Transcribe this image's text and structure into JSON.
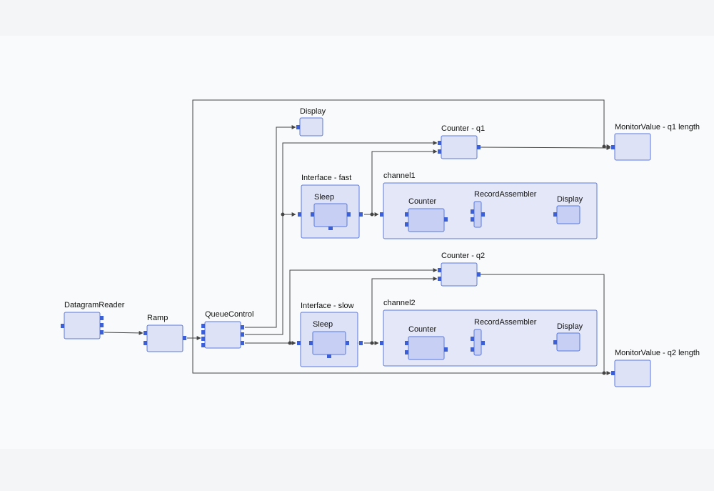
{
  "colors": {
    "background": "#f4f5f7",
    "canvas": "#f9fafb",
    "actor_fill": "#dde2f7",
    "actor_stroke": "#5a78e0",
    "composite_fill": "#e3e7f8",
    "inner_fill": "#c7d0f4",
    "port": "#3d5fd6",
    "wire": "#444444"
  },
  "labels": {
    "datagram_reader": "DatagramReader",
    "ramp": "Ramp",
    "queue_control": "QueueControl",
    "display_top": "Display",
    "counter_q1": "Counter - q1",
    "monitor_q1": "MonitorValue - q1 length",
    "interface_fast": "Interface - fast",
    "sleep_fast": "Sleep",
    "channel1": "channel1",
    "counter_ch1": "Counter",
    "record_assembler_ch1": "RecordAssembler",
    "display_ch1": "Display",
    "counter_q2": "Counter - q2",
    "interface_slow": "Interface - slow",
    "sleep_slow": "Sleep",
    "channel2": "channel2",
    "counter_ch2": "Counter",
    "record_assembler_ch2": "RecordAssembler",
    "display_ch2": "Display",
    "monitor_q2": "MonitorValue - q2 length"
  }
}
